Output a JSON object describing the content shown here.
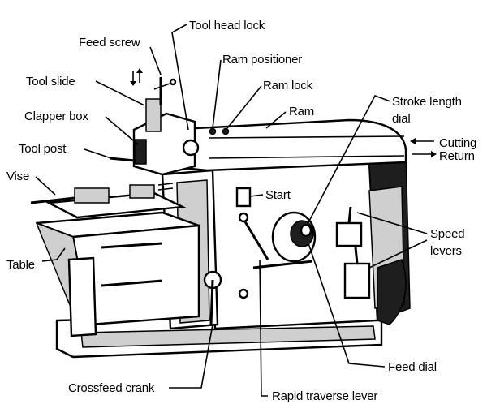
{
  "diagram": {
    "labels": {
      "tool_head_lock": "Tool head lock",
      "feed_screw": "Feed screw",
      "ram_positioner": "Ram positioner",
      "tool_slide": "Tool slide",
      "ram_lock": "Ram lock",
      "stroke_length_dial_1": "Stroke length",
      "stroke_length_dial_2": "dial",
      "clapper_box": "Clapper box",
      "ram": "Ram",
      "cutting": "Cutting",
      "return": "Return",
      "tool_post": "Tool post",
      "vise": "Vise",
      "start": "Start",
      "speed_levers_1": "Speed",
      "speed_levers_2": "levers",
      "table": "Table",
      "feed_dial": "Feed dial",
      "crossfeed_crank": "Crossfeed crank",
      "rapid_traverse_lever": "Rapid traverse lever"
    }
  }
}
